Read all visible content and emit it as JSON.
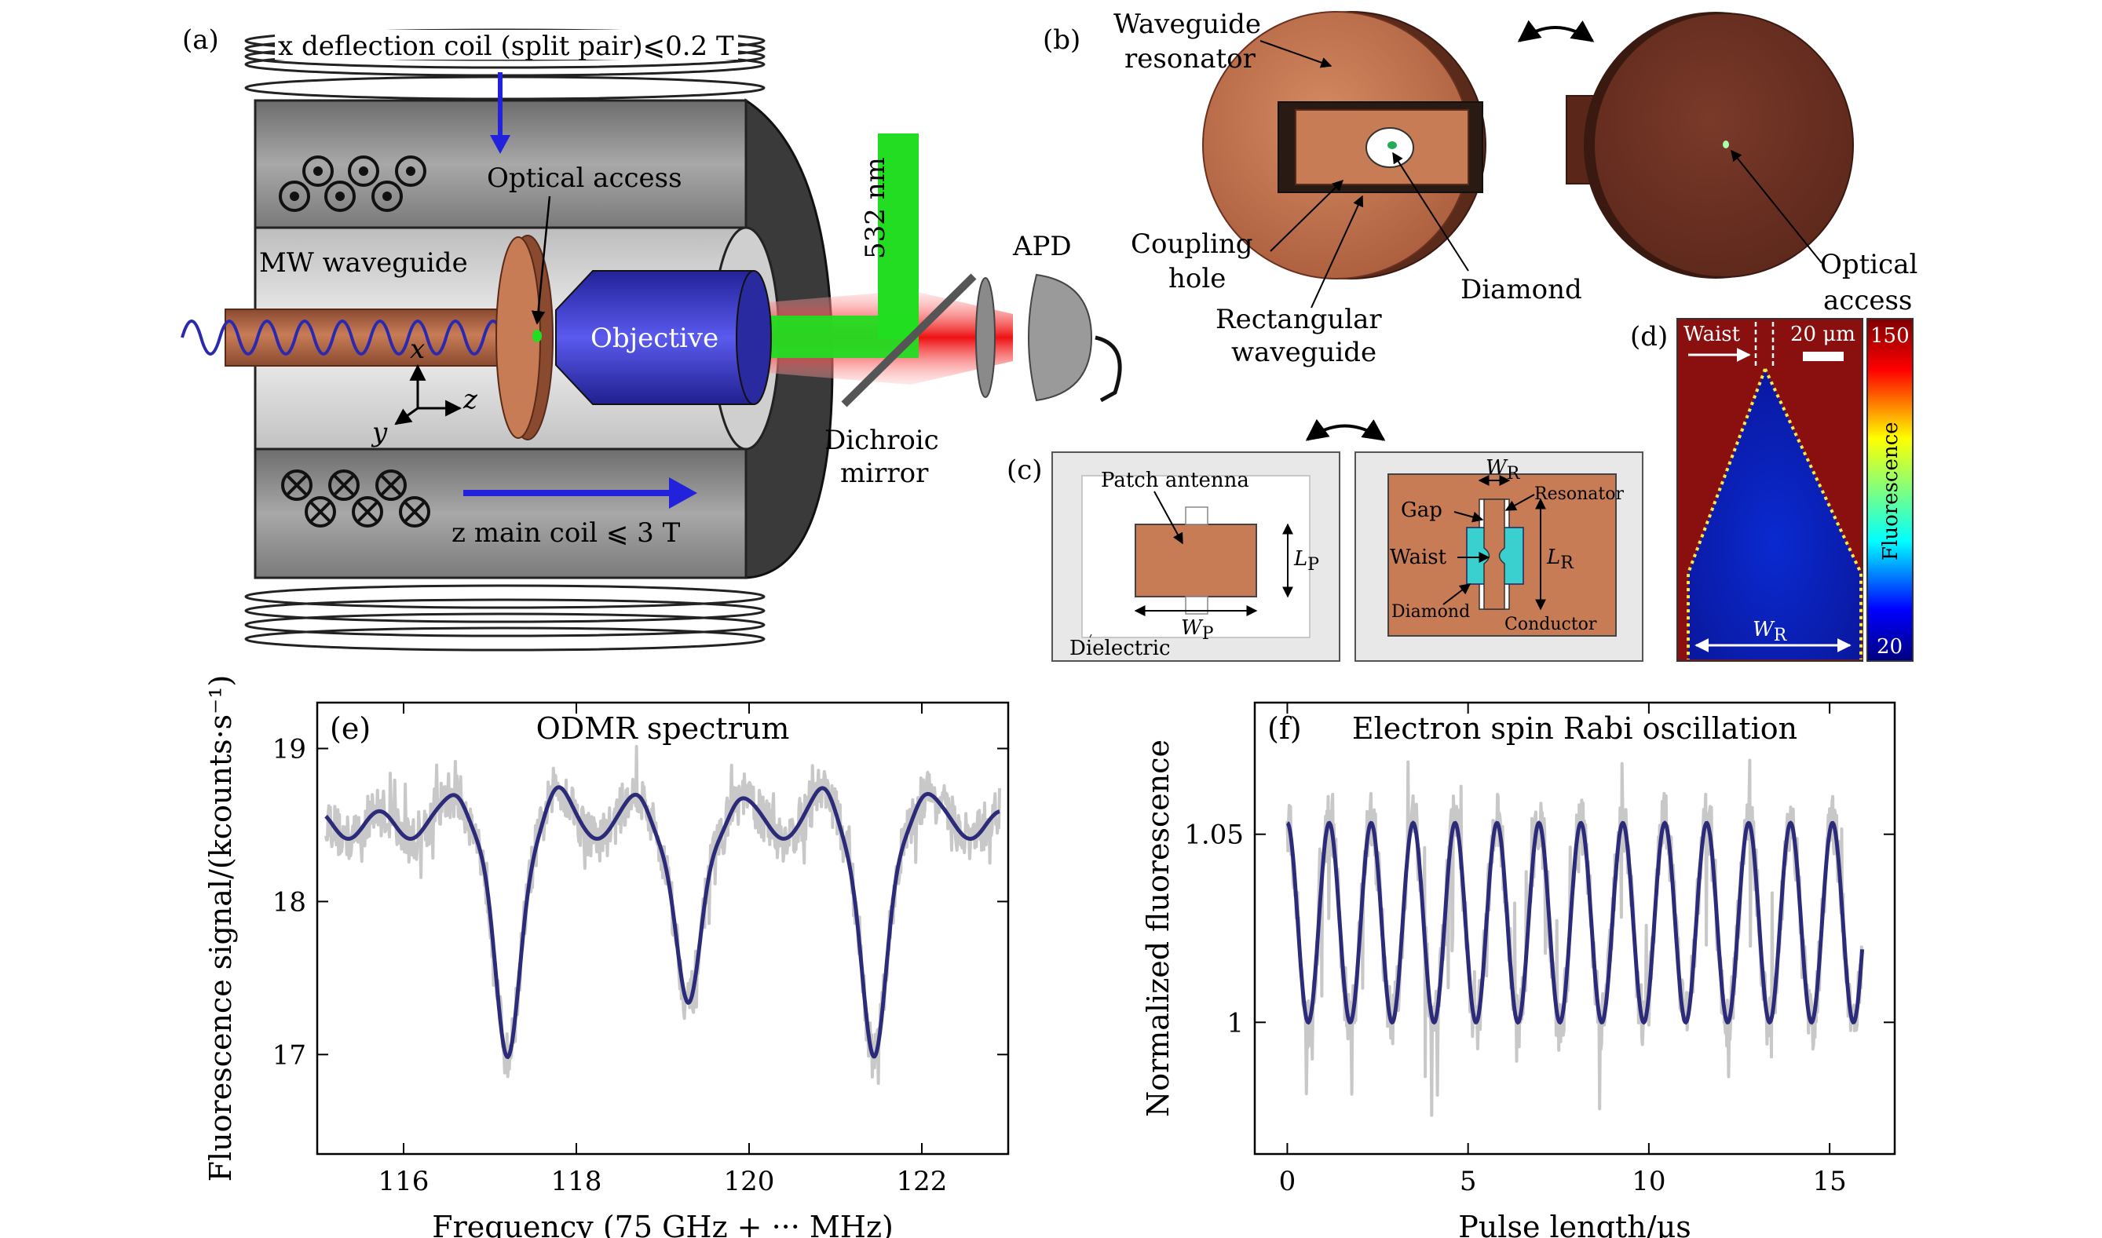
{
  "panel_a": {
    "label": "(a)",
    "x_coil": "x deflection coil (split pair)⩽0.2 T",
    "optical_access": "Optical access",
    "mw_waveguide": "MW waveguide",
    "objective": "Objective",
    "laser": "532 nm",
    "apd": "APD",
    "dichroic": "Dichroic",
    "mirror": "mirror",
    "z_coil": "z main coil ⩽ 3 T",
    "axis_x": "x",
    "axis_y": "y",
    "axis_z": "z"
  },
  "panel_b": {
    "label": "(b)",
    "waveguide": "Waveguide",
    "resonator": "resonator",
    "coupling": "Coupling",
    "hole": "hole",
    "diamond": "Diamond",
    "rect": "Rectangular",
    "rect_waveguide": "waveguide",
    "optical": "Optical",
    "access": "access"
  },
  "panel_c": {
    "label": "(c)",
    "patch_antenna": "Patch antenna",
    "lp": "L",
    "lp_sub": "P",
    "wp": "W",
    "wp_sub": "P",
    "dielectric": "Dielectric",
    "wr": "W",
    "wr_sub": "R",
    "gap": "Gap",
    "resonator": "Resonator",
    "waist": "Waist",
    "lr": "L",
    "lr_sub": "R",
    "diamond": "Diamond",
    "conductor": "Conductor"
  },
  "panel_d": {
    "label": "(d)",
    "waist": "Waist",
    "scale": "20 μm",
    "cb_max": "150",
    "cb_min": "20",
    "cb_label": "Fluorescence",
    "wr": "W",
    "wr_sub": "R"
  },
  "colors": {
    "copper": "#c0704a",
    "dark_copper": "#6b3020",
    "objective_blue": "#3a3acc",
    "laser_green": "#22dd22",
    "laser_red": "#ee1111",
    "fit_line": "#2b2b7a",
    "raw_data": "#c8c8c8",
    "housing_gray": "#8c8c8c"
  },
  "chart_data": [
    {
      "type": "line",
      "panel_label": "(e)",
      "title": "ODMR spectrum",
      "xlabel": "Frequency (75 GHz + ··· MHz)",
      "ylabel": "Fluorescence signal/(kcounts·s⁻¹)",
      "xlim": [
        115,
        123
      ],
      "ylim": [
        16.35,
        19.3
      ],
      "xticks": [
        116,
        118,
        120,
        122
      ],
      "yticks": [
        17,
        18,
        19
      ],
      "dips": [
        {
          "x": 117.2,
          "y": 16.9
        },
        {
          "x": 119.3,
          "y": 17.25
        },
        {
          "x": 121.45,
          "y": 16.9
        }
      ],
      "baseline": 18.5,
      "x_start": 115.1,
      "x_end": 122.9
    },
    {
      "type": "line",
      "panel_label": "(f)",
      "title": "Electron spin Rabi oscillation",
      "xlabel": "Pulse length/μs",
      "ylabel": "Normalized fluorescence",
      "xlim": [
        -0.9,
        16.8
      ],
      "ylim": [
        0.965,
        1.085
      ],
      "xticks": [
        0,
        5,
        10,
        15
      ],
      "yticks": [
        1.0,
        1.05
      ],
      "period_us": 1.16,
      "max": 1.053,
      "min": 1.0,
      "x_start": 0,
      "x_end": 15.9
    }
  ]
}
